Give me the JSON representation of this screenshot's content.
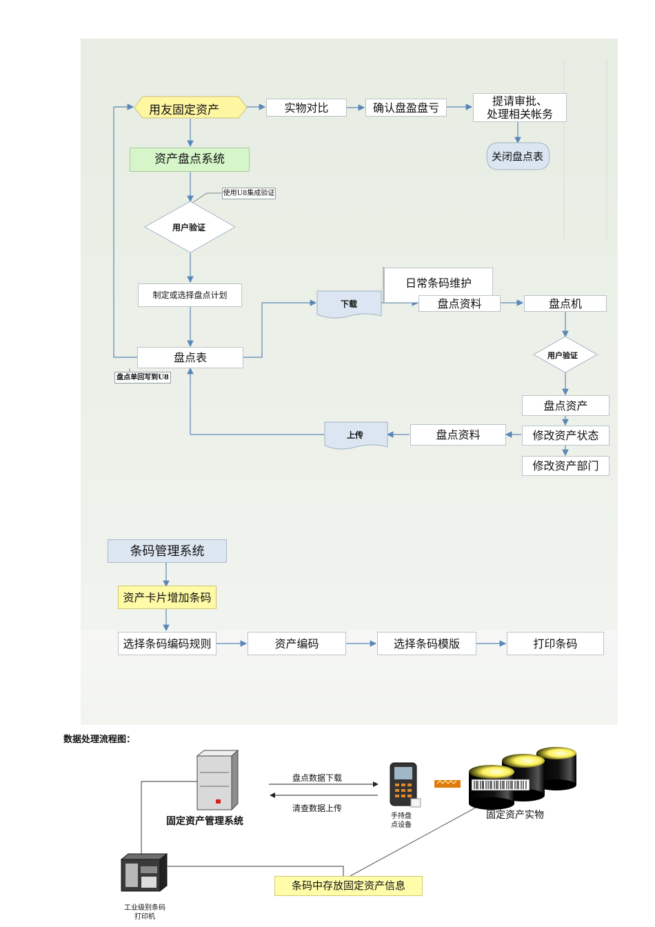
{
  "flowchart": {
    "start_hex": "用友固定资产",
    "compare": "实物对比",
    "confirm": "确认盘盈盘亏",
    "approve": [
      "提请审批、",
      "处理相关帐务"
    ],
    "close_table": "关闭盘点表",
    "inventory_system": "资产盘点系统",
    "u8_note": "使用U8集成验证",
    "user_verify": "用户验证",
    "make_plan": "制定或选择盘点计划",
    "count_table": "盘点表",
    "writeback_note": "盘点单回写到U8",
    "download": "下载",
    "daily_barcode": "日常条码维护",
    "count_data_1": "盘点资料",
    "scanner": "盘点机",
    "user_verify_2": "用户验证",
    "count_assets": "盘点资产",
    "modify_status": "修改资产状态",
    "modify_dept": "修改资产部门",
    "count_data_2": "盘点资料",
    "upload": "上传",
    "barcode_system": "条码管理系统",
    "add_barcode": "资产卡片增加条码",
    "choose_rule": "选择条码编码规则",
    "asset_code": "资产编码",
    "choose_template": "选择条码模版",
    "print_barcode": "打印条码"
  },
  "data_flow": {
    "title": "数据处理流程图：",
    "server_label": "固定资产管理系统",
    "download_label": "盘点数据下载",
    "upload_label": "清查数据上传",
    "handheld_label": [
      "手持盘",
      "点设备"
    ],
    "assets_label": "固定资产实物",
    "printer_label": [
      "工业级别条码",
      "打印机"
    ],
    "barcode_info": "条码中存放固定资产信息"
  },
  "colors": {
    "panel_bg": "#e9eee6",
    "start_hex_fill": "#fff6a2",
    "inventory_system_fill": "#d6f5c9",
    "barcode_system_fill": "#dde7f1",
    "add_barcode_fill": "#fffaa6",
    "arrow": "#5b86b8",
    "document_fill": "#dbe6f2"
  }
}
